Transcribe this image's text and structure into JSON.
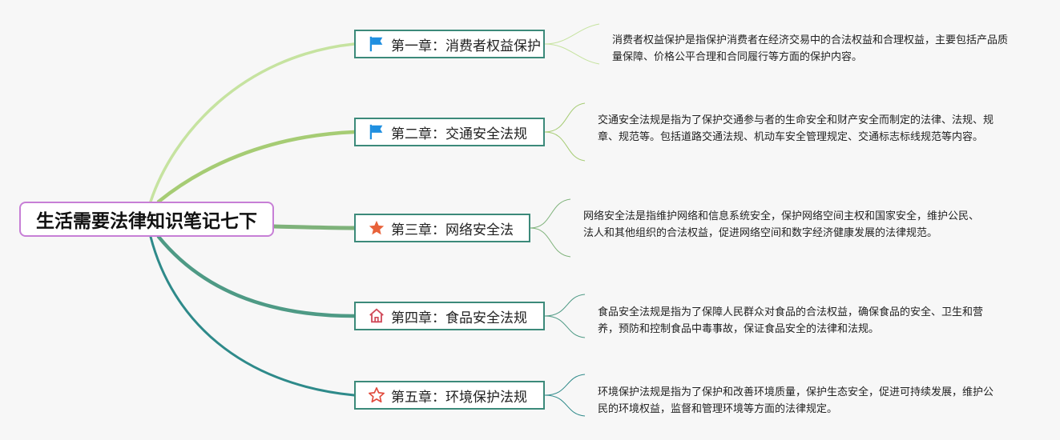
{
  "central_topic": "生活需要法律知识笔记七下",
  "colors": {
    "branch1": "#c6e3a0",
    "branch2": "#a6cc74",
    "branch3": "#7eb27a",
    "branch4": "#4e9a85",
    "branch5": "#2e8a8a",
    "central_border": "#c77fd6",
    "node_border": "#3c8a7a",
    "flag_icon": "#1f8fe0",
    "star_filled": "#e8623a",
    "home_icon": "#d04a5a",
    "star_outline": "#e14a3c"
  },
  "chapters": [
    {
      "icon": "flag-icon",
      "title": "第一章：消费者权益保护",
      "description": "消费者权益保护是指保护消费者在经济交易中的合法权益和合理权益，主要包括产品质量保障、价格公平合理和合同履行等方面的保护内容。"
    },
    {
      "icon": "flag-icon",
      "title": "第二章：交通安全法规",
      "description": "交通安全法规是指为了保护交通参与者的生命安全和财产安全而制定的法律、法规、规章、规范等。包括道路交通法规、机动车安全管理规定、交通标志标线规范等内容。"
    },
    {
      "icon": "star-filled-icon",
      "title": "第三章：网络安全法",
      "description": "网络安全法是指维护网络和信息系统安全，保护网络空间主权和国家安全，维护公民、法人和其他组织的合法权益，促进网络空间和数字经济健康发展的法律规范。"
    },
    {
      "icon": "home-icon",
      "title": "第四章：食品安全法规",
      "description": "食品安全法规是指为了保障人民群众对食品的合法权益，确保食品的安全、卫生和营养，预防和控制食品中毒事故，保证食品安全的法律和法规。"
    },
    {
      "icon": "star-outline-icon",
      "title": "第五章：环境保护法规",
      "description": "环境保护法规是指为了保护和改善环境质量，保护生态安全，促进可持续发展，维护公民的环境权益，监督和管理环境等方面的法律规定。"
    }
  ]
}
